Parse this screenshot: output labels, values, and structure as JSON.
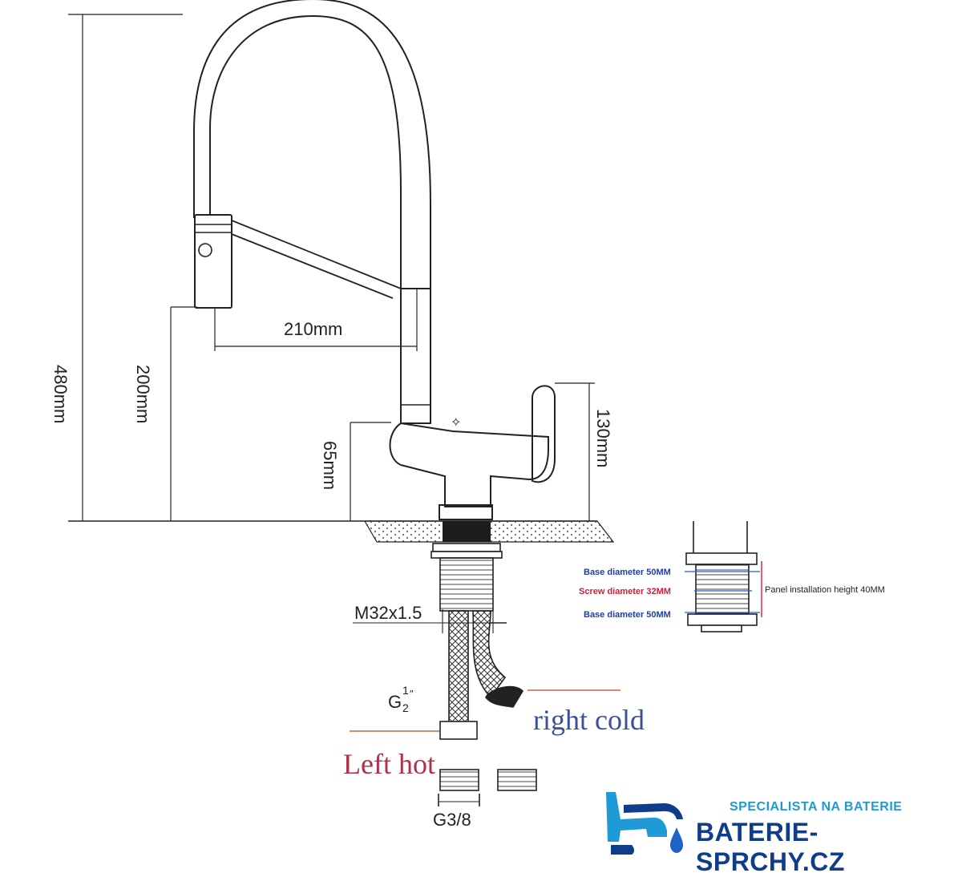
{
  "dimensions": {
    "total_height": "480mm",
    "spout_height": "200mm",
    "spout_reach": "210mm",
    "body_height": "65mm",
    "handle_height": "130mm",
    "thread": "M32x1.5",
    "hose_thread_main": "G",
    "hose_thread_sup": "1",
    "hose_thread_sub": "2",
    "hose_thread_mark": "″",
    "connector": "G3/8"
  },
  "labels": {
    "right_cold": "right cold",
    "left_hot": "Left hot"
  },
  "panel": {
    "base_top": "Base diameter 50MM",
    "screw": "Screw diameter 32MM",
    "base_bottom": "Base diameter 50MM",
    "install_height": "Panel installation height 40MM"
  },
  "logo": {
    "tagline": "SPECIALISTA NA BATERIE",
    "brand": "BATERIE-SPRCHY.CZ"
  },
  "colors": {
    "line": "#222222",
    "cold_text": "#3b4f9c",
    "hot_text": "#b0304a",
    "panel_blue": "#1f3fa8",
    "panel_red": "#cc1f3a",
    "arrow": "#c8663a",
    "logo_light": "#1e9ad6",
    "logo_dark": "#0f3d8c"
  },
  "icons": [
    "faucet-logo-icon",
    "water-drop-icon"
  ]
}
